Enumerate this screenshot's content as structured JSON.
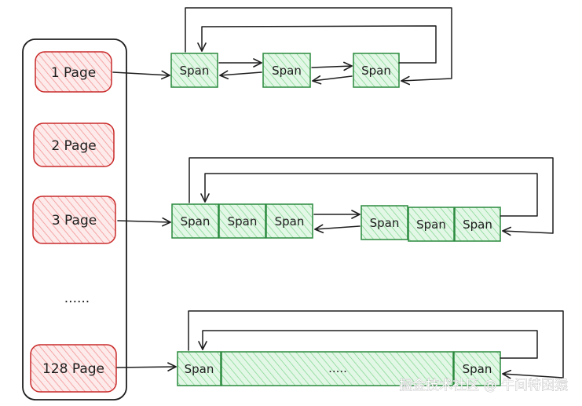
{
  "pages": {
    "p1": "1 Page",
    "p2": "2 Page",
    "p3": "3 Page",
    "ellipsis": "......",
    "p128": "128 Page"
  },
  "span_label": "Span",
  "large_span_ellipsis": ".....",
  "watermark": "掘金技术社区 @ 牛间特困猿",
  "colors": {
    "page_fill": "#ffc9c9",
    "page_stroke": "#c92a2a",
    "span_fill": "#b2f2bb",
    "span_stroke": "#2b8a3e",
    "line": "#1e1e1e"
  }
}
